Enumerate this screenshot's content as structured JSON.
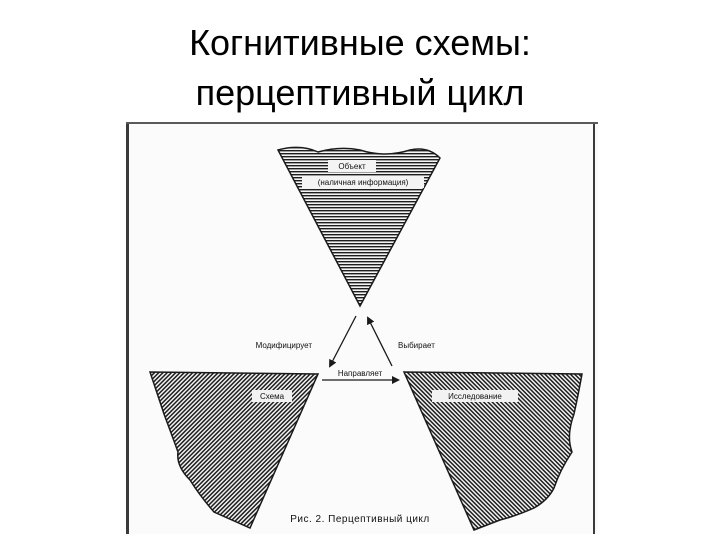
{
  "title": {
    "line1": "Когнитивные схемы:",
    "line2": "перцептивный цикл"
  },
  "diagram": {
    "nodes": {
      "object": {
        "name": "Объект",
        "note": "(наличная информация)"
      },
      "schema": {
        "name": "Схема"
      },
      "exploration": {
        "name": "Исследование"
      }
    },
    "edges": {
      "modifies": "Модифицирует",
      "selects": "Выбирает",
      "directs": "Направляет"
    },
    "caption": "Рис. 2. Перцептивный цикл",
    "colors": {
      "ink": "#1a1a1a",
      "paper": "#fbfbfb"
    }
  }
}
